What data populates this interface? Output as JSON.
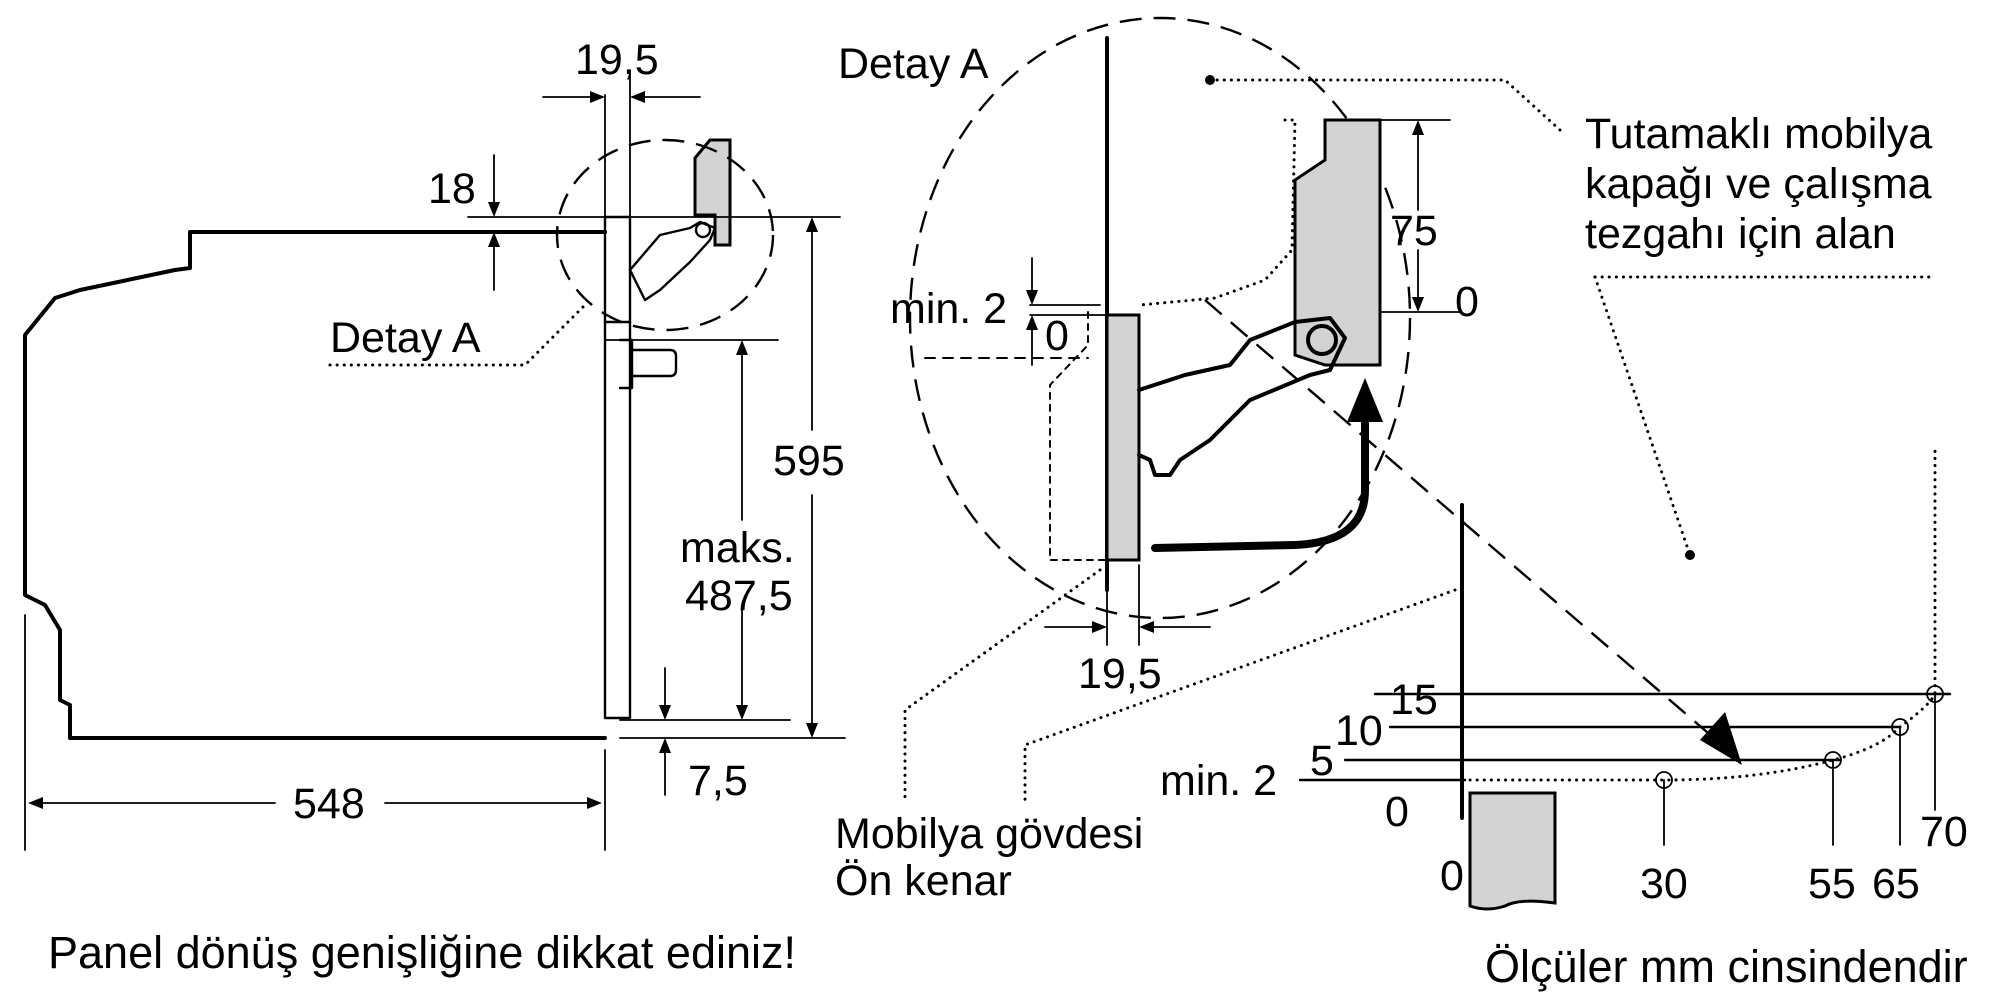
{
  "labels": {
    "detay_a_main": "Detay A",
    "detay_a_small": "Detay A",
    "dim_19_5_top": "19,5",
    "dim_18": "18",
    "dim_595": "595",
    "dim_maks": "maks.",
    "dim_487_5": "487,5",
    "dim_7_5": "7,5",
    "dim_548": "548",
    "dim_min2_detail": "min. 2",
    "dim_0_detail": "0",
    "dim_75": "75",
    "dim_0_right": "0",
    "dim_19_5_bottom": "19,5",
    "area_line1": "Tutamaklı mobilya",
    "area_line2": "kapağı ve çalışma",
    "area_line3": "tezgahı için alan",
    "carcass_line1": "Mobilya gövdesi",
    "carcass_line2": "Ön kenar",
    "graph_y_15": "15",
    "graph_y_10": "10",
    "graph_y_5": "5",
    "graph_y_min2": "min. 2",
    "graph_y_0": "0",
    "graph_x_0": "0",
    "graph_x_30": "30",
    "graph_x_55": "55",
    "graph_x_65": "65",
    "graph_x_70": "70",
    "note": "Panel dönüş genişliğine dikkat ediniz!",
    "units": "Ölçüler mm cinsindendir"
  }
}
